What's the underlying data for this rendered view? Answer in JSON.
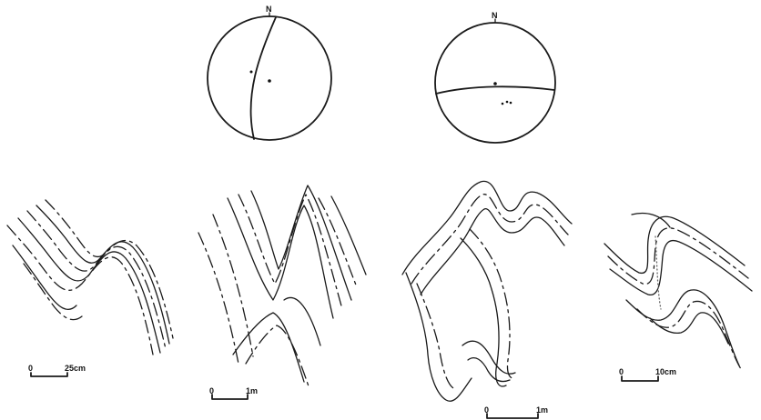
{
  "stereonets": [
    {
      "north_label": "N"
    },
    {
      "north_label": "N"
    }
  ],
  "scale_bars": [
    {
      "zero": "0",
      "length": "25cm"
    },
    {
      "zero": "0",
      "length": "1m"
    },
    {
      "zero": "0",
      "length": "1m"
    },
    {
      "zero": "0",
      "length": "10cm"
    }
  ]
}
